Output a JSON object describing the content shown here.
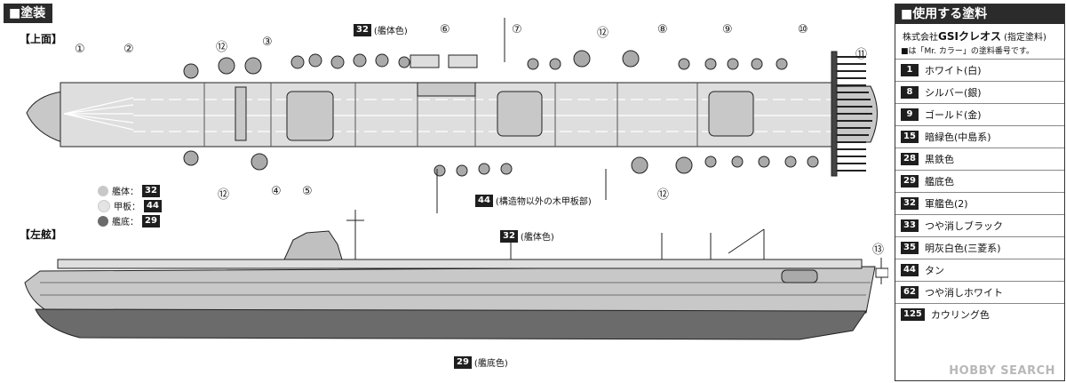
{
  "section_title": "■塗装",
  "views": {
    "top_label": "【上面】",
    "side_label": "【左舷】"
  },
  "callout_numbers": [
    "①",
    "②",
    "③",
    "④",
    "⑤",
    "⑥",
    "⑦",
    "⑧",
    "⑨",
    "⑩",
    "⑪",
    "⑫",
    "⑬"
  ],
  "callouts": [
    {
      "code": "32",
      "label": "(艦体色)"
    },
    {
      "code": "44",
      "label": "(構造物以外の木甲板部)"
    },
    {
      "code": "32",
      "label": "(艦体色)"
    },
    {
      "code": "29",
      "label": "(艦底色)"
    }
  ],
  "legend": [
    {
      "label": "艦体：",
      "code": "32",
      "color": "#c8c8c8"
    },
    {
      "label": "甲板：",
      "code": "44",
      "color": "#e4e4e4"
    },
    {
      "label": "艦底：",
      "code": "29",
      "color": "#6b6b6b"
    }
  ],
  "panel": {
    "title": "■使用する塗料",
    "maker_name": "GSIクレオス",
    "maker_prefix": "株式会社",
    "maker_suffix": "(指定塗料)",
    "note": "■は「Mr. カラー」の塗料番号です。",
    "paints": [
      {
        "code": "1",
        "name": "ホワイト(白)"
      },
      {
        "code": "8",
        "name": "シルバー(銀)"
      },
      {
        "code": "9",
        "name": "ゴールド(金)"
      },
      {
        "code": "15",
        "name": "暗緑色(中島系)"
      },
      {
        "code": "28",
        "name": "黒鉄色"
      },
      {
        "code": "29",
        "name": "艦底色"
      },
      {
        "code": "32",
        "name": "軍艦色(2)"
      },
      {
        "code": "33",
        "name": "つや消しブラック"
      },
      {
        "code": "35",
        "name": "明灰白色(三菱系)"
      },
      {
        "code": "44",
        "name": "タン"
      },
      {
        "code": "62",
        "name": "つや消しホワイト"
      },
      {
        "code": "125",
        "name": "カウリング色"
      }
    ]
  },
  "watermark": "HOBBY SEARCH",
  "colors": {
    "hull": "#c8c8c8",
    "deck": "#e0e0e0",
    "bottom": "#6b6b6b",
    "ink": "#222222"
  }
}
